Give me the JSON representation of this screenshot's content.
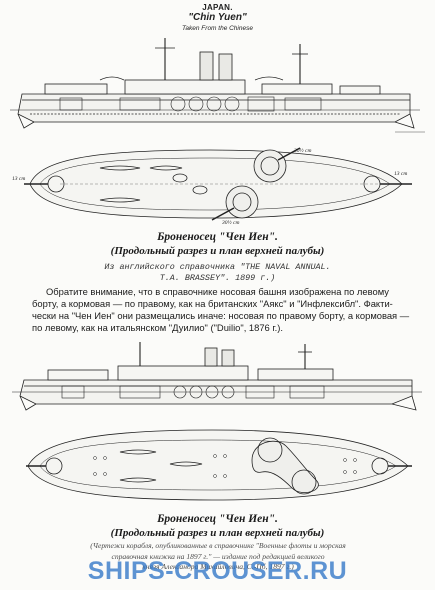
{
  "header": {
    "country": "JAPAN.",
    "ship": "\"Chin Yuen\"",
    "note": "Taken From the Chinese"
  },
  "drawings": [
    {
      "title": "Броненосец \"Чен Иен\".",
      "subtitle": "(Продольный разрез и план верхней палубы)",
      "source_lines": [
        "Из английского справочника \"THE NAVAL ANNUAL.",
        "T.A. BRASSEY\". 1899 г.)"
      ],
      "labels": [
        "13 cm",
        "13 cm",
        "30½ cm",
        "30½ cm"
      ]
    },
    {
      "title": "Броненосец \"Чен Иен\".",
      "subtitle": "(Продольный разрез и план верхней палубы)"
    }
  ],
  "paragraph": [
    "Обратите внимание, что в справочнике носовая башня изображена по левому",
    "борту, а кормовая — по правому, как на британских \"Аякс\" и \"Инфлексибл\". Факти-",
    "чески на \"Чен Иен\" они размещались иначе: носовая по правому борту, а кормовая —",
    "по левому, как на итальянском \"Дуилио\" (\"Duilio\", 1876 г.)."
  ],
  "footer_lines": [
    "(Чертежи корабля, опубликованные в справочнике \"Военные флоты и морская",
    "справочная книжка на 1897 г.\" — издание под редакцией великого",
    "князя Александра Михайловича, С.-Пб, 1897 г.)"
  ],
  "watermark": "SHIPS-CROUSER.RU",
  "colors": {
    "ink": "#1a1a1a",
    "paper": "#fbfbf9",
    "watermark": "#3176c7"
  }
}
